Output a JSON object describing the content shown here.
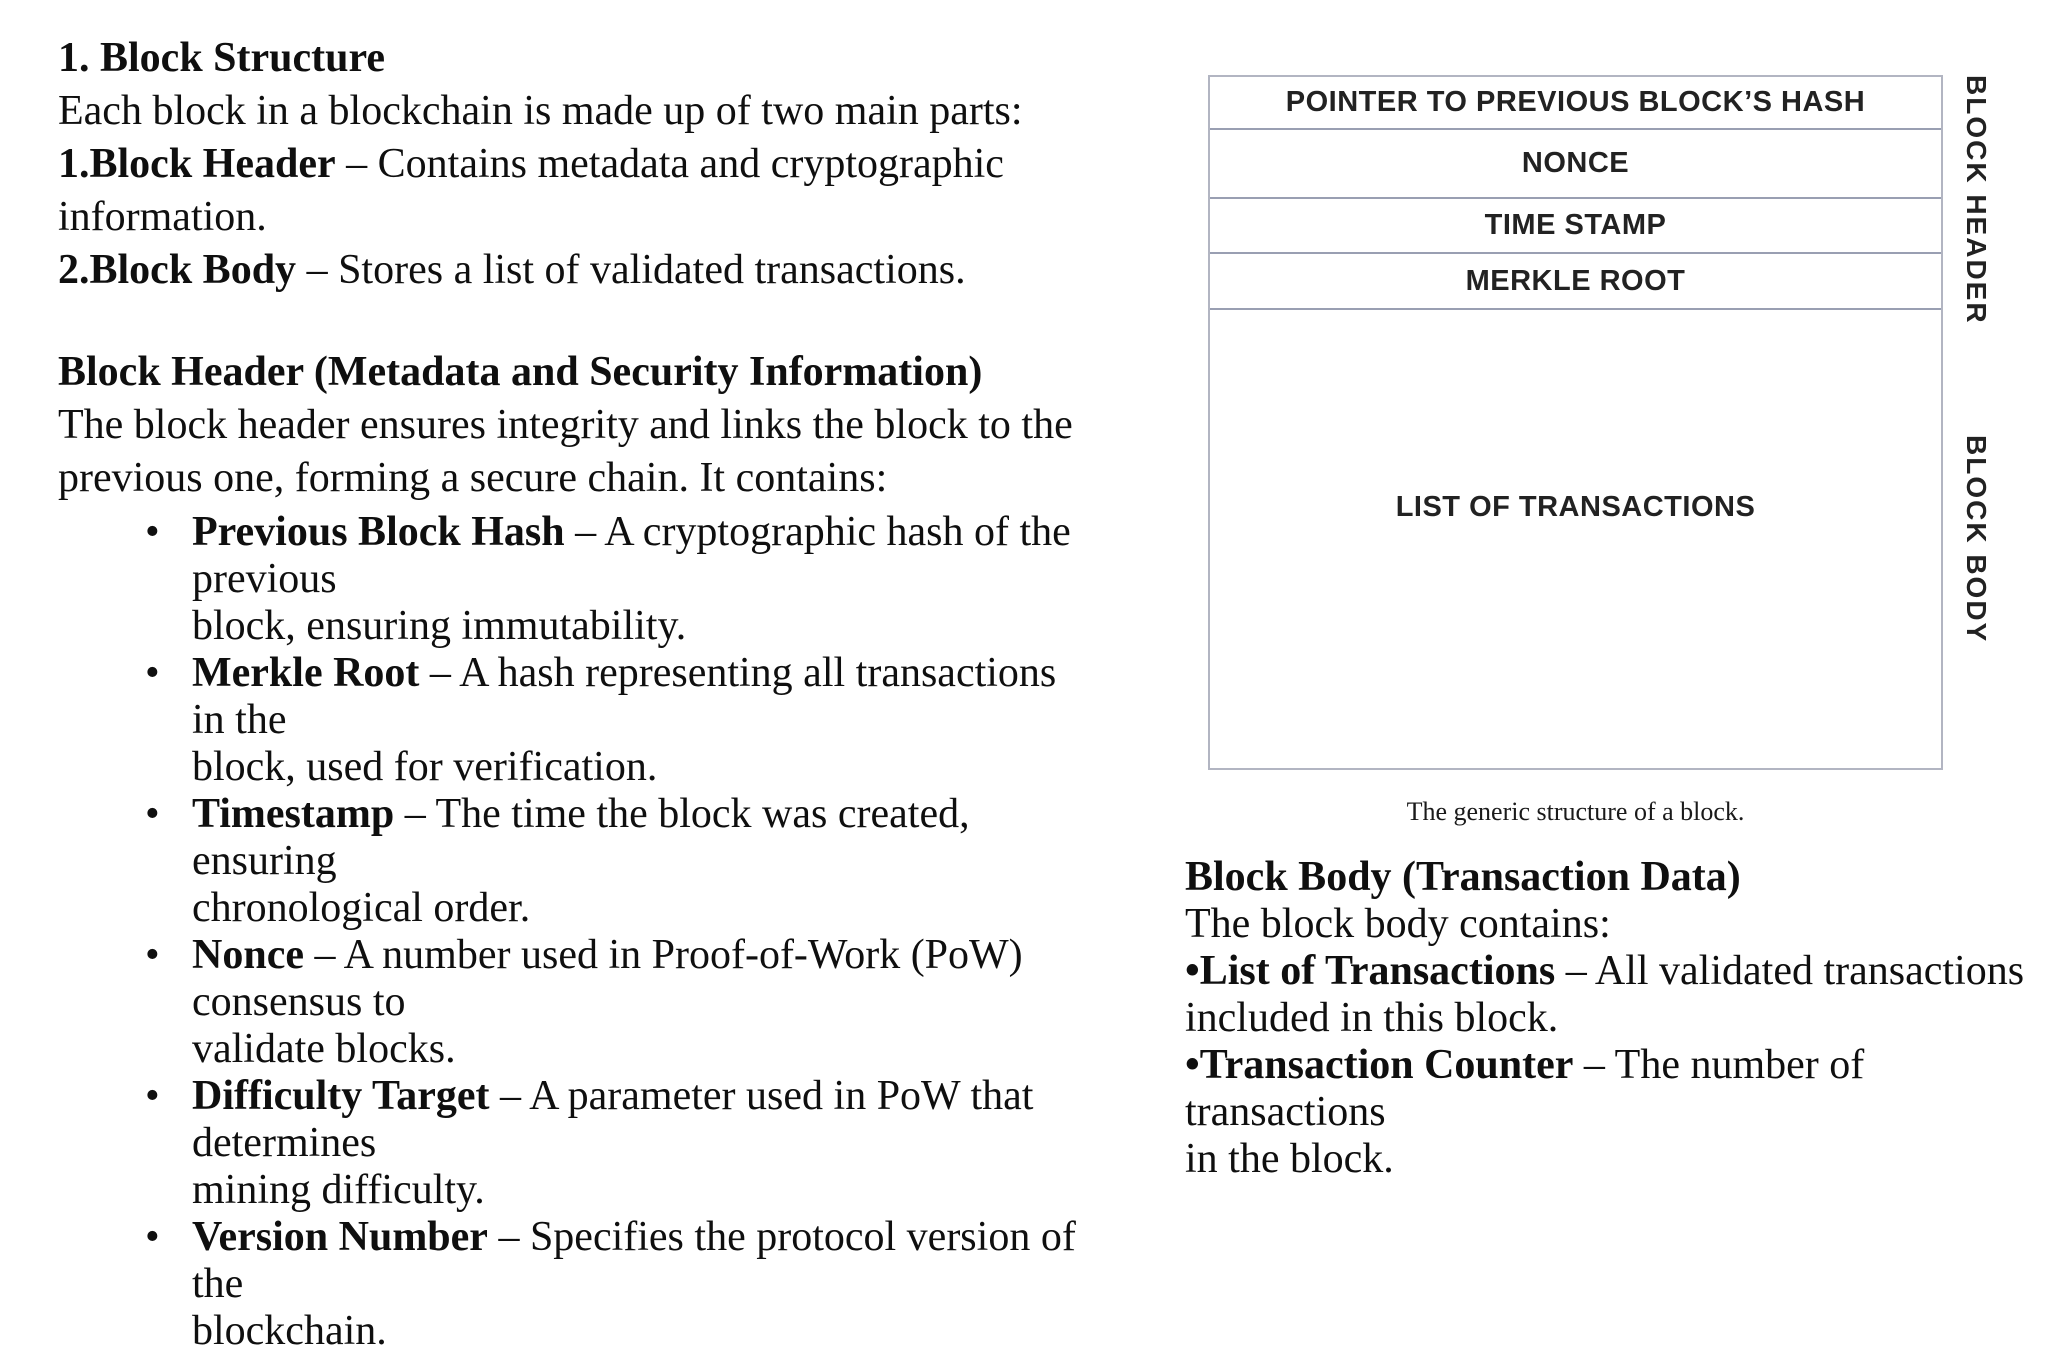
{
  "page": {
    "background": "#ffffff",
    "text_color": "#0f0f0f"
  },
  "left_column": {
    "heading": "1. Block Structure",
    "intro": "Each block in a blockchain is made up of two main parts:",
    "numbered_items": [
      {
        "term": "1.Block Header",
        "desc": " – Contains metadata and cryptographic\ninformation."
      },
      {
        "term": "2.Block Body",
        "desc": " – Stores a list of validated transactions."
      }
    ],
    "subheading": "Block Header (Metadata and Security Information)",
    "subintro": "The block header ensures integrity and links the block to the\nprevious one, forming a secure chain. It contains:",
    "bullet_icon": "•",
    "bullets": [
      {
        "term": "Previous Block Hash",
        "desc": " – A cryptographic hash of the previous\nblock, ensuring immutability."
      },
      {
        "term": "Merkle Root",
        "desc": " – A hash representing all transactions in the\nblock, used for verification."
      },
      {
        "term": "Timestamp",
        "desc": " – The time the block was created, ensuring\nchronological order."
      },
      {
        "term": "Nonce",
        "desc": " – A number used in Proof-of-Work (PoW) consensus to\nvalidate blocks."
      },
      {
        "term": "Difficulty Target",
        "desc": " – A parameter used in PoW that determines\nmining difficulty."
      },
      {
        "term": "Version Number",
        "desc": " – Specifies the protocol version of the\nblockchain."
      }
    ]
  },
  "diagram": {
    "header_rows": [
      "POINTER TO PREVIOUS BLOCK’S HASH",
      "NONCE",
      "TIME STAMP",
      "MERKLE ROOT"
    ],
    "body_label": "LIST OF TRANSACTIONS",
    "side_label_header": "BLOCK HEADER",
    "side_label_body": "BLOCK BODY",
    "caption": "The generic structure of a block.",
    "border_color": "#b2b5c2",
    "line_color": "#999fb2"
  },
  "body_section": {
    "heading": "Block Body (Transaction Data)",
    "intro": "The block body contains:",
    "items": [
      {
        "term": "•List of Transactions",
        "desc": " – All validated transactions\nincluded in this block."
      },
      {
        "term": "•Transaction Counter",
        "desc": " – The number of transactions\nin the block."
      }
    ]
  }
}
